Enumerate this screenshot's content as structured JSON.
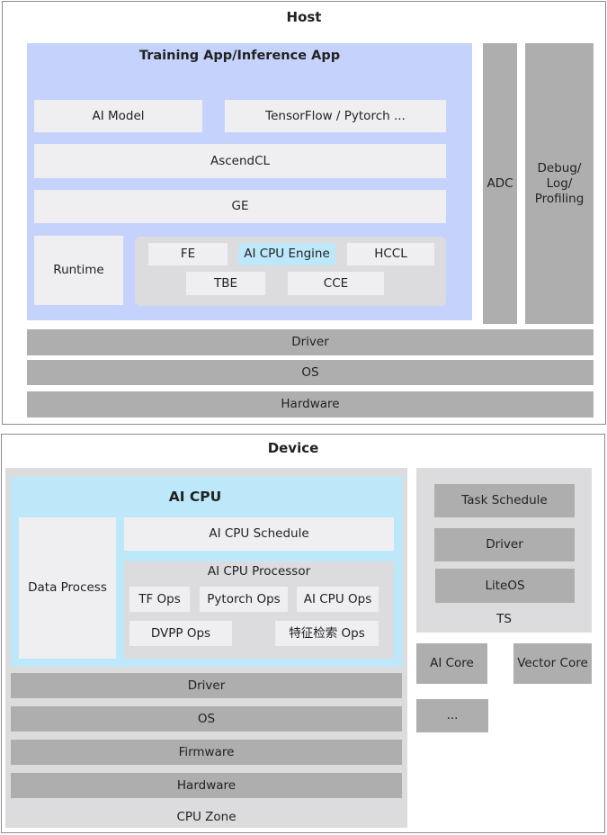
{
  "host": {
    "title": "Host",
    "app": {
      "title": "Training App/Inference App",
      "ai_model": "AI Model",
      "frameworks": "TensorFlow / Pytorch ...",
      "ascendcl": "AscendCL",
      "ge": "GE",
      "runtime": "Runtime",
      "fe": "FE",
      "ai_cpu_engine": "AI CPU Engine",
      "hccl": "HCCL",
      "tbe": "TBE",
      "cce": "CCE"
    },
    "adc": "ADC",
    "debug": "Debug/\nLog/\nProfiling",
    "driver": "Driver",
    "os": "OS",
    "hardware": "Hardware"
  },
  "device": {
    "title": "Device",
    "ai_cpu": {
      "title": "AI CPU",
      "data_process": "Data Process",
      "schedule": "AI CPU Schedule",
      "processor": "AI CPU Processor",
      "tf_ops": "TF Ops",
      "pytorch_ops": "Pytorch Ops",
      "ai_cpu_ops": "AI CPU Ops",
      "dvpp_ops": "DVPP Ops",
      "feature_ops": "特征检索 Ops"
    },
    "cpu_zone": {
      "label": "CPU Zone",
      "driver": "Driver",
      "os": "OS",
      "firmware": "Firmware",
      "hardware": "Hardware"
    },
    "ts": {
      "label": "TS",
      "task_schedule": "Task Schedule",
      "driver": "Driver",
      "liteos": "LiteOS"
    },
    "ai_core": "AI Core",
    "vector_core": "Vector Core",
    "more": "..."
  },
  "colors": {
    "app_blue": "#c5d3fc",
    "ai_cpu_blue": "#bde8f9",
    "engine_highlight": "#bde8f9",
    "grey_block": "#aeaeae",
    "light_block": "#efeff2",
    "pane": "#dcdcde"
  }
}
